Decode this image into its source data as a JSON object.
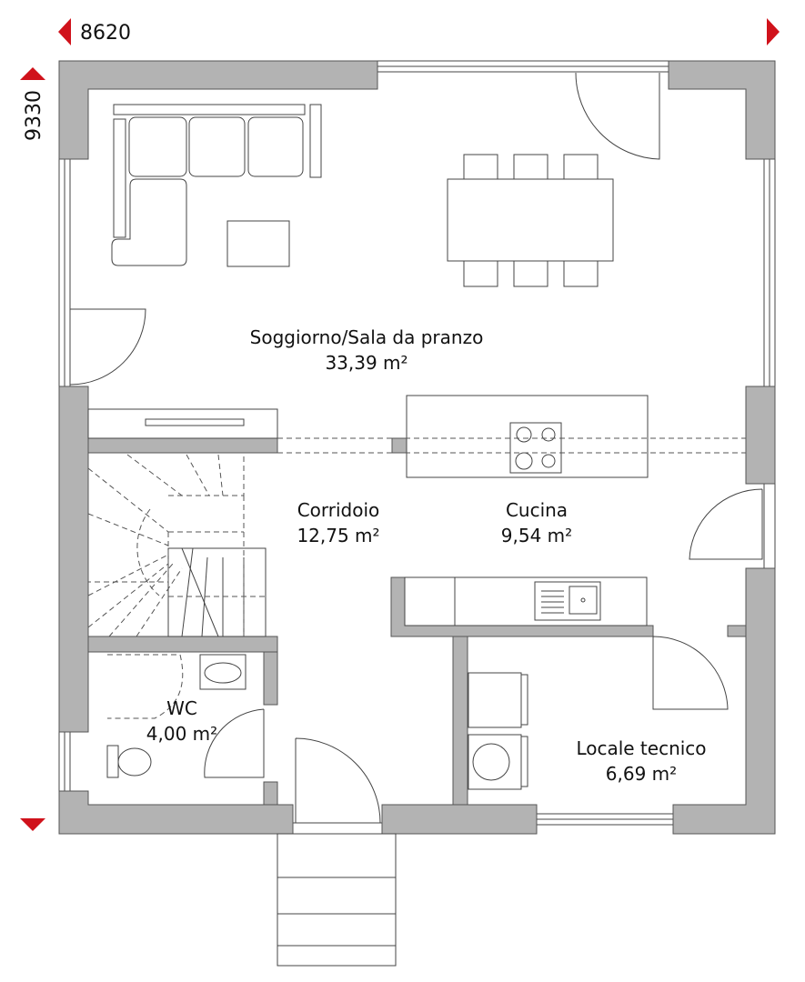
{
  "dimensions": {
    "width": "8620",
    "depth": "9330"
  },
  "rooms": [
    {
      "name": "Soggiorno/Sala da pranzo",
      "area": "33,39 m²"
    },
    {
      "name": "Corridoio",
      "area": "12,75 m²"
    },
    {
      "name": "Cucina",
      "area": "9,54 m²"
    },
    {
      "name": "WC",
      "area": "4,00 m²"
    },
    {
      "name": "Locale tecnico",
      "area": "6,69 m²"
    }
  ],
  "colors": {
    "accent": "#d0121b",
    "wall": "#b3b3b3"
  }
}
